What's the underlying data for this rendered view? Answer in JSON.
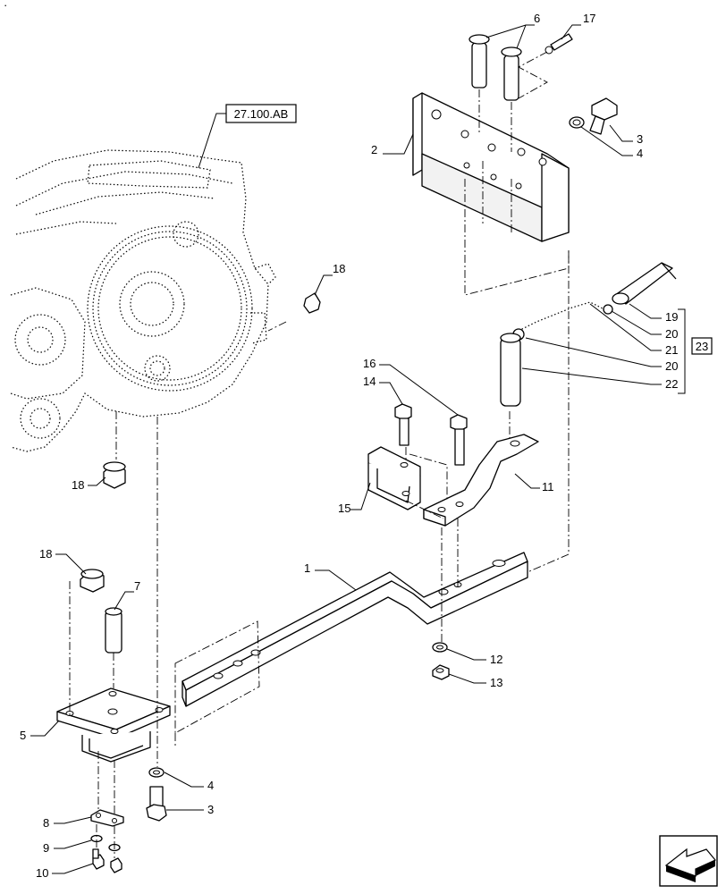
{
  "corner_mark": "·",
  "reference_box": "27.100.AB",
  "group_box": "23",
  "callouts": {
    "c1": "1",
    "c2": "2",
    "c3a": "3",
    "c3b": "3",
    "c4a": "4",
    "c4b": "4",
    "c5": "5",
    "c6": "6",
    "c7": "7",
    "c8": "8",
    "c9": "9",
    "c10": "10",
    "c11": "11",
    "c12": "12",
    "c13": "13",
    "c14": "14",
    "c15": "15",
    "c16": "16",
    "c17": "17",
    "c18a": "18",
    "c18b": "18",
    "c18c": "18",
    "c19": "19",
    "c20a": "20",
    "c20b": "20",
    "c21": "21",
    "c22": "22"
  },
  "nav_icon": "arrow-left-icon"
}
